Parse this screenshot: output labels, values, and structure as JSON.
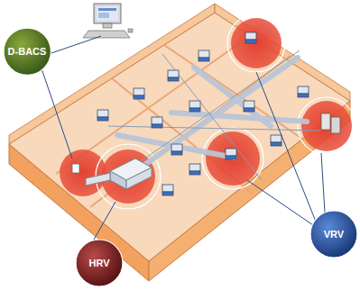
{
  "diagram": {
    "nodes": [
      {
        "text": [
          "D-BACS"
        ]
      },
      {
        "text": [
          "VRV"
        ]
      },
      {
        "text": [
          "HRV"
        ]
      }
    ]
  }
}
